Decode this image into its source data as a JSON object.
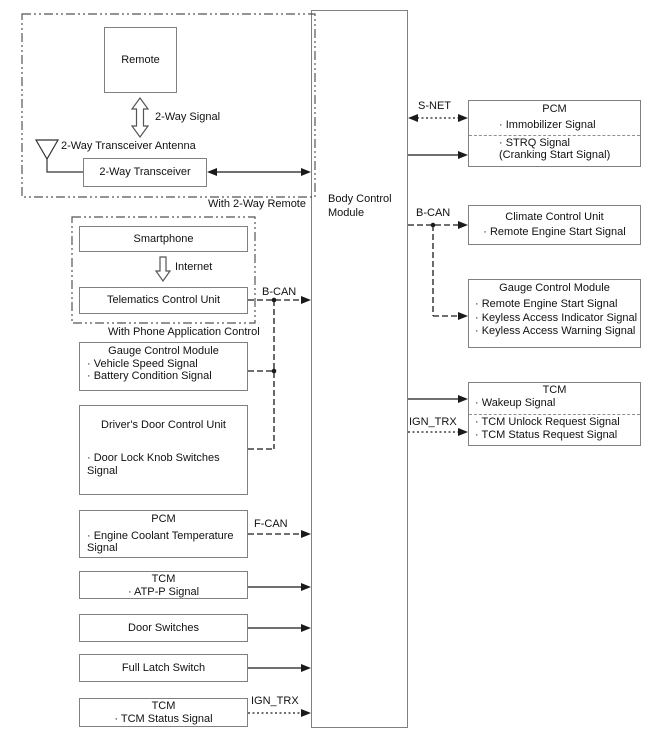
{
  "bcm": {
    "line1": "Body Control",
    "line2": "Module"
  },
  "group_two_way_remote": {
    "caption": "With 2-Way Remote",
    "remote_box": "Remote",
    "two_way_signal_label": "2-Way Signal",
    "antenna_label": "2-Way Transceiver Antenna",
    "transceiver_box": "2-Way Transceiver"
  },
  "group_phone_app": {
    "caption": "With Phone Application Control",
    "smartphone_box": "Smartphone",
    "internet_label": "Internet",
    "telematics_box": "Telematics Control Unit"
  },
  "left_nodes": {
    "gauge": {
      "title": "Gauge Control Module",
      "signals": [
        "· Vehicle Speed Signal",
        "· Battery Condition Signal"
      ]
    },
    "drivers_door": {
      "title": "Driver's Door Control Unit",
      "signals": [
        "· Door Lock Knob Switches Signal"
      ]
    },
    "pcm": {
      "title": "PCM",
      "signals": [
        "· Engine Coolant Temperature Signal"
      ]
    },
    "tcm_atpp": {
      "title": "TCM",
      "signals": [
        "· ATP-P Signal"
      ]
    },
    "door_switches": {
      "title": "Door Switches"
    },
    "full_latch": {
      "title": "Full Latch Switch"
    },
    "tcm_status": {
      "title": "TCM",
      "signals": [
        "· TCM Status Signal"
      ]
    }
  },
  "right_nodes": {
    "pcm": {
      "title": "PCM",
      "section1": [
        "· Immobilizer Signal"
      ],
      "section2": [
        "· STRQ Signal",
        "(Cranking Start Signal)"
      ]
    },
    "climate": {
      "title": "Climate Control Unit",
      "signals": [
        "· Remote Engine Start Signal"
      ]
    },
    "gauge": {
      "title": "Gauge Control Module",
      "signals": [
        "· Remote Engine Start Signal",
        "· Keyless Access Indicator Signal",
        "· Keyless Access Warning Signal"
      ]
    },
    "tcm": {
      "title": "TCM",
      "section1": [
        "· Wakeup Signal"
      ],
      "section2": [
        "· TCM Unlock Request Signal",
        "· TCM Status Request Signal"
      ]
    }
  },
  "bus_labels": {
    "bcan_left": "B-CAN",
    "fcan_left": "F-CAN",
    "ign_trx_left": "IGN_TRX",
    "snet_right": "S-NET",
    "bcan_right": "B-CAN",
    "ign_trx_right": "IGN_TRX"
  },
  "colors": {
    "box_border": "#808080",
    "connector": "#1a1a1a",
    "group_border": "#555555",
    "divider": "#909090"
  }
}
